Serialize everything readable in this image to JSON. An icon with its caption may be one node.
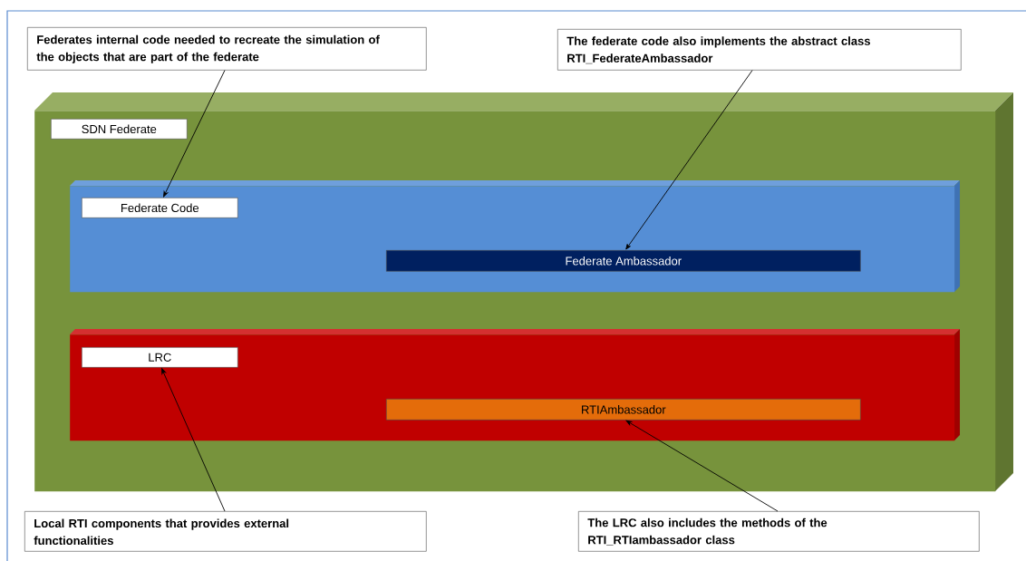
{
  "diagram": {
    "nodes": [
      {
        "text": [
          "Federates internal code needed to recreate the simulation of the objects that are part of the federate"
        ]
      },
      {
        "text": [
          "The federate code also implements the abstract class RTI_FederateAmbassador"
        ]
      },
      {
        "text": [],
        "shape": "box"
      },
      {
        "text": [
          "SDN Federate"
        ],
        "in": 2
      },
      {
        "text": [],
        "shape": "box",
        "in": 2
      },
      {
        "text": [
          "Federate Code"
        ],
        "in": 4
      },
      {
        "text": [
          "Federate Ambassador"
        ],
        "in": 4
      },
      {
        "text": [],
        "shape": "box",
        "in": 2
      },
      {
        "text": [
          "LRC"
        ],
        "in": 7
      },
      {
        "text": [
          "RTIAmbassador"
        ],
        "in": 7
      },
      {
        "text": [
          "Local RTI components that provides external functionalities"
        ]
      },
      {
        "text": [
          "The LRC also includes the methods of the RTI_RTIambassador class"
        ]
      }
    ],
    "edges": [
      {
        "from": 0,
        "to": 5,
        "arrow": "to"
      },
      {
        "from": 1,
        "to": 6,
        "arrow": "to"
      },
      {
        "from": 10,
        "to": 8,
        "arrow": "to"
      },
      {
        "from": 11,
        "to": 9,
        "arrow": "to"
      }
    ]
  }
}
